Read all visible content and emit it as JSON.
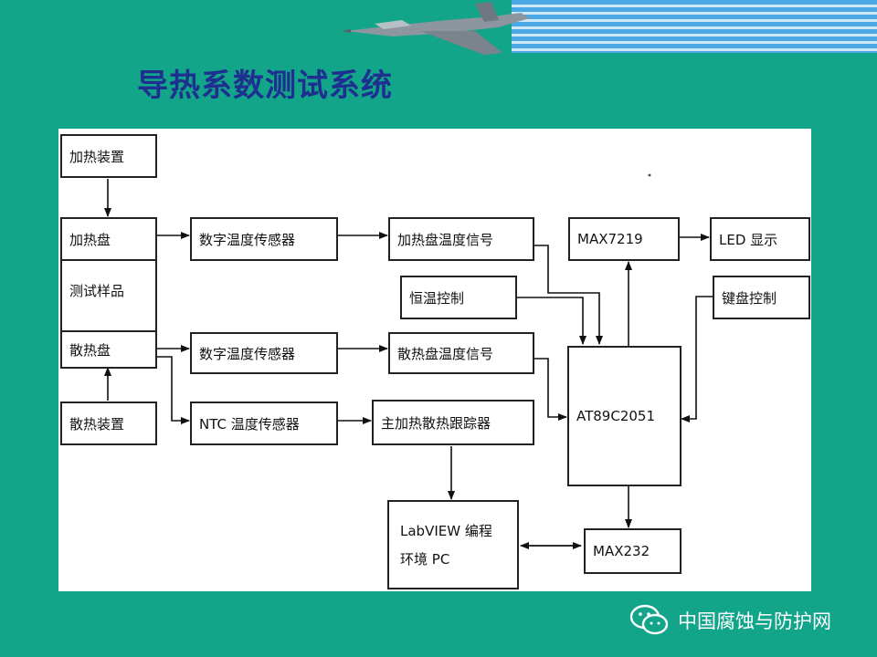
{
  "slide": {
    "title": "导热系数测试系统",
    "footer_text": "中国腐蚀与防护网"
  },
  "diagram": {
    "nodes": {
      "heating_device": "加热装置",
      "heating_plate": "加热盘",
      "test_sample": "测试样品",
      "cooling_plate": "散热盘",
      "cooling_device": "散热装置",
      "digital_temp_sensor_1": "数字温度传感器",
      "digital_temp_sensor_2": "数字温度传感器",
      "ntc_temp_sensor": "NTC 温度传感器",
      "heating_temp_signal": "加热盘温度信号",
      "constant_temp_control": "恒温控制",
      "cooling_temp_signal": "散热盘温度信号",
      "tracker": "主加热散热跟踪器",
      "labview_line1": "LabVIEW 编程",
      "labview_line2": "环境 PC",
      "max7219": "MAX7219",
      "led_display": "LED 显示",
      "keyboard_control": "键盘控制",
      "mcu": "AT89C2051",
      "max232": "MAX232"
    }
  },
  "icons": [
    "jet-image",
    "wechat-icon"
  ]
}
